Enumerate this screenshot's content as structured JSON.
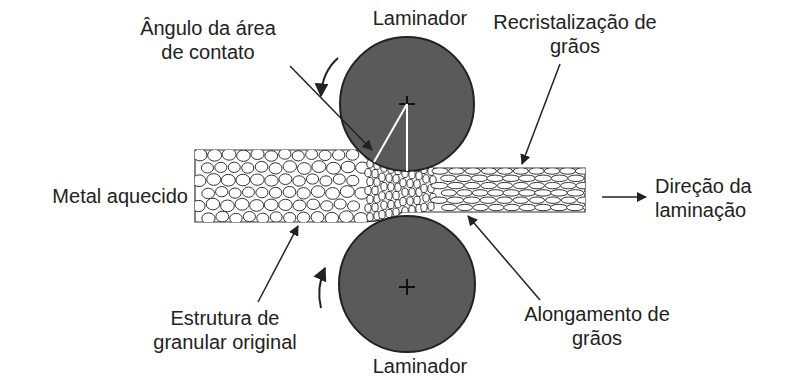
{
  "diagram": {
    "labels": [
      "Laminador",
      "Ângulo da área de contato",
      "Recristalização de grãos",
      "Metal aquecido",
      "Direção da laminação",
      "Estrutura de granular original",
      "Alongamento de grãos",
      "Laminador"
    ]
  }
}
